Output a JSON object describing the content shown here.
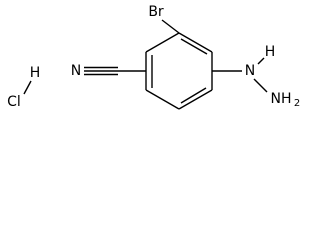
{
  "molecule": {
    "labels": {
      "bromine": "Br",
      "nitrile_n": "N",
      "hydrazine_nh": "N",
      "hydrazine_nh_h": "H",
      "hydrazine_nh2": "NH",
      "hydrazine_nh2_sub": "2",
      "chlorine": "Cl",
      "hcl_h": "H"
    }
  }
}
